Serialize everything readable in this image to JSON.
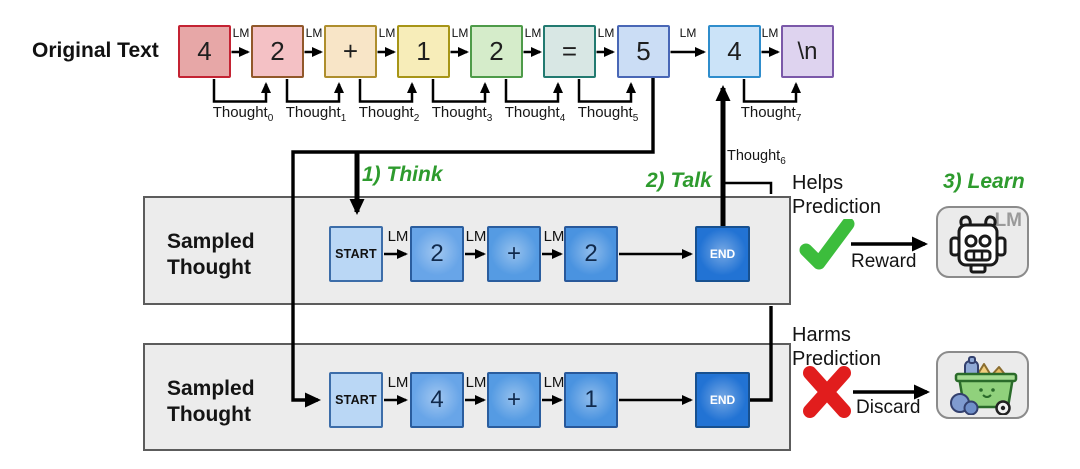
{
  "original_text_label": "Original Text",
  "lm": "LM",
  "top_row": {
    "tokens": [
      {
        "label": "4",
        "fill": "#e7a7a7",
        "border": "#c42333"
      },
      {
        "label": "2",
        "fill": "#f4c1c5",
        "border": "#91582a"
      },
      {
        "label": "+",
        "fill": "#f8e5c7",
        "border": "#ae8e2d"
      },
      {
        "label": "1",
        "fill": "#f7edb9",
        "border": "#a79517"
      },
      {
        "label": "2",
        "fill": "#d5ecca",
        "border": "#4e9b49"
      },
      {
        "label": "=",
        "fill": "#d8e7e4",
        "border": "#227a70"
      },
      {
        "label": "5",
        "fill": "#cbddf5",
        "border": "#4967b6"
      },
      {
        "label": "4",
        "fill": "#cbe3f8",
        "border": "#2f8dcc"
      },
      {
        "label": "\\n",
        "fill": "#ded3ef",
        "border": "#7b58a9"
      }
    ],
    "thoughts": [
      {
        "base": "Thought",
        "sub": "0"
      },
      {
        "base": "Thought",
        "sub": "1"
      },
      {
        "base": "Thought",
        "sub": "2"
      },
      {
        "base": "Thought",
        "sub": "3"
      },
      {
        "base": "Thought",
        "sub": "4"
      },
      {
        "base": "Thought",
        "sub": "5"
      },
      {
        "base": "Thought",
        "sub": "7"
      }
    ]
  },
  "thought6": {
    "base": "Thought",
    "sub": "6"
  },
  "steps": {
    "think": "1) Think",
    "talk": "2) Talk",
    "learn": "3) Learn"
  },
  "sampled_rows": [
    {
      "label": "Sampled Thought",
      "tokens": [
        {
          "label": "START",
          "fill": "#bad7f5",
          "border": "#3c6da9",
          "text": "#111111"
        },
        {
          "label": "2",
          "fill": "#68a5e8",
          "border": "#2a5d9e",
          "text": "#102a4d"
        },
        {
          "label": "+",
          "fill": "#559be3",
          "border": "#2a5d9e",
          "text": "#102a4d"
        },
        {
          "label": "2",
          "fill": "#4a93e0",
          "border": "#28589a",
          "text": "#102a4d"
        },
        {
          "label": "END",
          "fill": "#2273d4",
          "border": "#17508f",
          "text": "#ffffff"
        }
      ]
    },
    {
      "label": "Sampled Thought",
      "tokens": [
        {
          "label": "START",
          "fill": "#bad7f5",
          "border": "#3c6da9",
          "text": "#111111"
        },
        {
          "label": "4",
          "fill": "#68a5e8",
          "border": "#2a5d9e",
          "text": "#102a4d"
        },
        {
          "label": "+",
          "fill": "#559be3",
          "border": "#2a5d9e",
          "text": "#102a4d"
        },
        {
          "label": "1",
          "fill": "#4a93e0",
          "border": "#28589a",
          "text": "#102a4d"
        },
        {
          "label": "END",
          "fill": "#2273d4",
          "border": "#17508f",
          "text": "#ffffff"
        }
      ]
    }
  ],
  "outcomes": [
    {
      "line1": "Helps",
      "line2": "Prediction",
      "action_label": "Reward",
      "icon_lm": "LM"
    },
    {
      "line1": "Harms",
      "line2": "Prediction",
      "action_label": "Discard"
    }
  ],
  "colors": {
    "step_green": "#2e9b2e",
    "check_green": "#3cbd3c",
    "cross_red": "#e11d1d",
    "wire_black": "#000000"
  }
}
